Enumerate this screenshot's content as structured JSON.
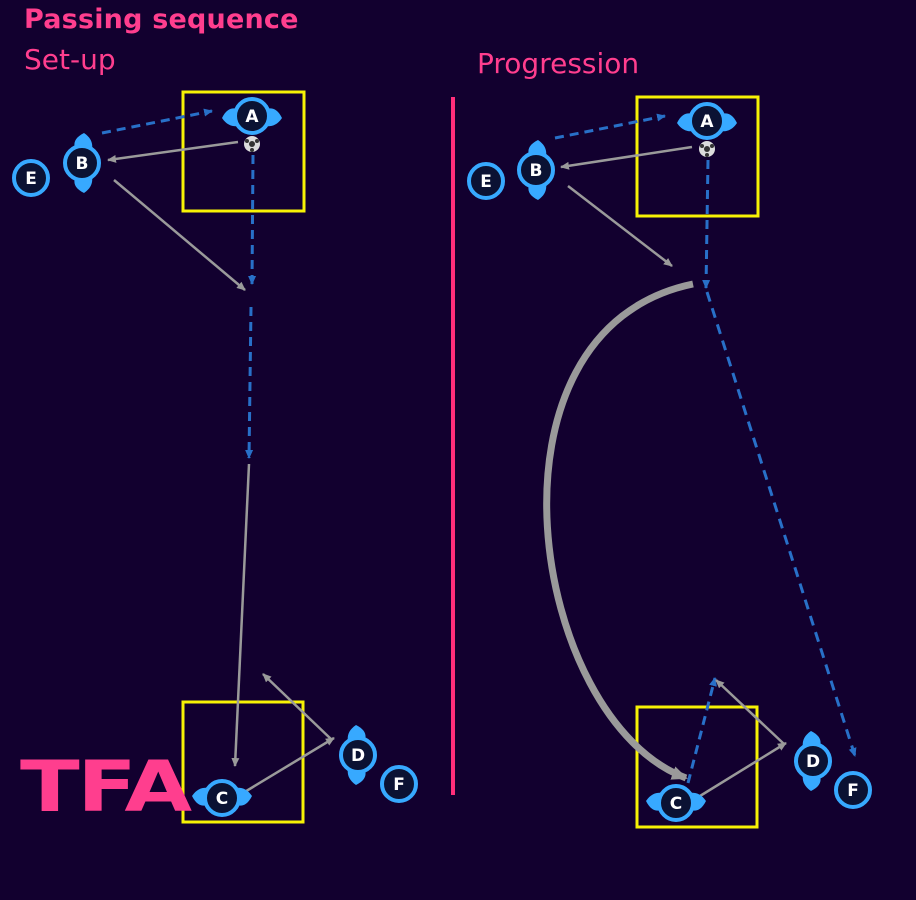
{
  "title": "Passing sequence",
  "panels": [
    {
      "id": "left",
      "label": "Set-up"
    },
    {
      "id": "right",
      "label": "Progression"
    }
  ],
  "logo": "TFA",
  "colors": {
    "background": "#12002f",
    "accent": "#ff3e8e",
    "box": "#f7f205",
    "player_fill": "#37a9ff",
    "player_ring": "#0d7fe0",
    "pass_arrow": "#2870c8",
    "run_arrow": "#9a9a9a"
  },
  "players": {
    "left": [
      {
        "id": "A",
        "type": "player"
      },
      {
        "id": "B",
        "type": "player"
      },
      {
        "id": "C",
        "type": "player"
      },
      {
        "id": "D",
        "type": "player"
      },
      {
        "id": "E",
        "type": "marker"
      },
      {
        "id": "F",
        "type": "marker"
      }
    ],
    "right": [
      {
        "id": "A",
        "type": "player"
      },
      {
        "id": "B",
        "type": "player"
      },
      {
        "id": "C",
        "type": "player"
      },
      {
        "id": "D",
        "type": "player"
      },
      {
        "id": "E",
        "type": "marker"
      },
      {
        "id": "F",
        "type": "marker"
      }
    ]
  }
}
